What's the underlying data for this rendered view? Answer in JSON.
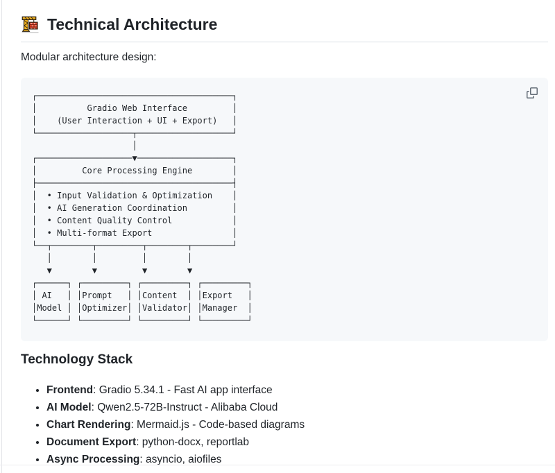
{
  "header": {
    "icon": "building-construction-icon",
    "title": "Technical Architecture"
  },
  "intro": "Modular architecture design:",
  "code_block": {
    "copy_icon": "copy-icon",
    "diagram_lines": [
      "┌───────────────────────────────────────┐",
      "│          Gradio Web Interface         │",
      "│    (User Interaction + UI + Export)   │",
      "└───────────────────┬───────────────────┘",
      "                    │",
      "┌───────────────────▼───────────────────┐",
      "│         Core Processing Engine        │",
      "├───────────────────────────────────────┤",
      "│  • Input Validation & Optimization    │",
      "│  • AI Generation Coordination         │",
      "│  • Content Quality Control            │",
      "│  • Multi-format Export                │",
      "└──┬────────┬─────────┬────────┬────────┘",
      "   │        │         │        │",
      "   ▼        ▼         ▼        ▼",
      "┌──────┐ ┌─────────┐ ┌─────────┐ ┌─────────┐",
      "│ AI   │ │Prompt   │ │Content  │ │Export   │",
      "│Model │ │Optimizer│ │Validator│ │Manager  │",
      "└──────┘ └─────────┘ └─────────┘ └─────────┘"
    ]
  },
  "tech_stack": {
    "heading": "Technology Stack",
    "items": [
      {
        "label": "Frontend",
        "rest": ": Gradio 5.34.1 - Fast AI app interface"
      },
      {
        "label": "AI Model",
        "rest": ": Qwen2.5-72B-Instruct - Alibaba Cloud"
      },
      {
        "label": "Chart Rendering",
        "rest": ": Mermaid.js - Code-based diagrams"
      },
      {
        "label": "Document Export",
        "rest": ": python-docx, reportlab"
      },
      {
        "label": "Async Processing",
        "rest": ": asyncio, aiofiles"
      }
    ]
  },
  "colors": {
    "code_background": "#f6f8fa",
    "text": "#1f2328",
    "heading_border": "#d8dee4",
    "icon_muted": "#636c76",
    "crane_gold": "#eeb020",
    "load_red": "#d23c23"
  }
}
